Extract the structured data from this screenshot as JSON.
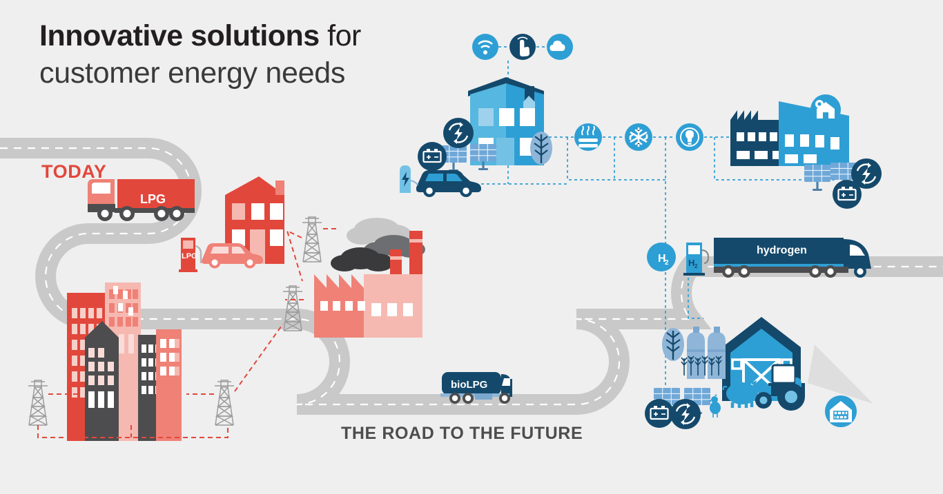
{
  "page": {
    "background_color": "#efefef",
    "title_line1_bold": "Innovative solutions",
    "title_line1_light": " for",
    "title_line2": "customer energy needs"
  },
  "labels": {
    "today": "TODAY",
    "future": "THE ROAD TO THE FUTURE"
  },
  "colors": {
    "red": "#e2473b",
    "red_light": "#ef8177",
    "red_pale": "#f6b9b1",
    "dark_gray": "#4d4d4f",
    "mid_gray": "#808285",
    "road": "#c9c9c9",
    "road_line": "#ffffff",
    "navy": "#0f5f8c",
    "navy_dark": "#14496b",
    "blue": "#2e9fd4",
    "blue_light": "#56b7e0",
    "blue_pale": "#8fb6d8",
    "title_dark": "#231f20"
  },
  "today_side": {
    "truck_label": "LPG",
    "pump_label": "LPG",
    "items": [
      "lpg-delivery-truck",
      "lpg-fuel-pump",
      "petrol-car",
      "red-house",
      "polluting-factory",
      "smoke-clouds",
      "city-skyline",
      "electricity-pylons"
    ]
  },
  "future_side": {
    "hydrogen_truck_label": "hydrogen",
    "hydrogen_pump_label": "H₂",
    "hydrogen_node_label": "H₂",
    "biolpg_truck_label": "bioLPG",
    "items": [
      "smart-house",
      "electric-car",
      "ev-charger",
      "solar-panels",
      "battery-storage",
      "renewable-energy",
      "modern-factory",
      "farm-barn",
      "silos",
      "tractor",
      "livestock"
    ]
  },
  "icons": {
    "top_row": [
      {
        "name": "wifi-icon",
        "label": "wifi connectivity",
        "color": "#2e9fd4"
      },
      {
        "name": "touch-control-icon",
        "label": "touch control",
        "color": "#14496b"
      },
      {
        "name": "cloud-icon",
        "label": "cloud services",
        "color": "#2e9fd4"
      }
    ],
    "service_row": [
      {
        "name": "heating-icon",
        "label": "heating",
        "color": "#2e9fd4"
      },
      {
        "name": "cooling-icon",
        "label": "cooling",
        "color": "#2e9fd4"
      },
      {
        "name": "lighting-icon",
        "label": "lighting",
        "color": "#2e9fd4"
      }
    ],
    "house_cluster": [
      {
        "name": "renewable-energy-icon",
        "label": "renewable energy",
        "color": "#14496b"
      },
      {
        "name": "battery-icon",
        "label": "battery storage",
        "color": "#14496b"
      }
    ],
    "factory_cluster": [
      {
        "name": "smart-home-icon",
        "label": "smart building control",
        "color": "#2e9fd4"
      },
      {
        "name": "renewable-energy-icon",
        "label": "renewable energy",
        "color": "#14496b"
      },
      {
        "name": "battery-icon",
        "label": "battery storage",
        "color": "#14496b"
      }
    ],
    "farm_cluster": [
      {
        "name": "battery-icon",
        "label": "battery storage",
        "color": "#14496b"
      },
      {
        "name": "renewable-energy-icon",
        "label": "renewable energy",
        "color": "#14496b"
      },
      {
        "name": "farm-building-icon",
        "label": "farm energy",
        "color": "#2e9fd4"
      }
    ],
    "hydrogen": {
      "name": "hydrogen-node-icon",
      "label": "H₂",
      "color": "#2e9fd4"
    }
  }
}
